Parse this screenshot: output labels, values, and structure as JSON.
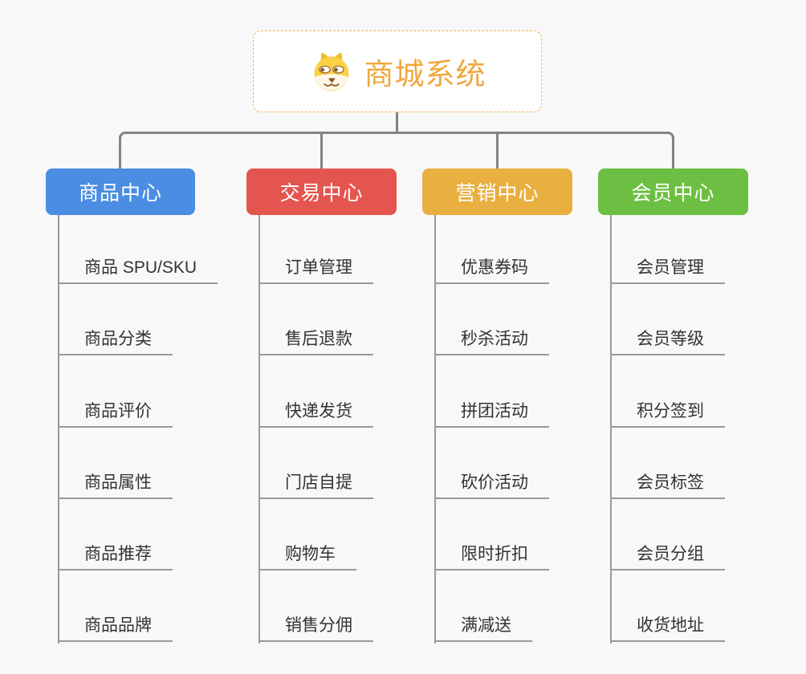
{
  "root": {
    "title": "商城系统",
    "icon": "dog-face-icon",
    "title_color": "#f0a73e",
    "border_color": "#f0b257",
    "background": "#ffffff"
  },
  "connector_color": "#838383",
  "leaf_line_color": "#999999",
  "leaf_text_color": "#333333",
  "page_background": "#f8f8f8",
  "branches": [
    {
      "label": "商品中心",
      "color": "#4a8de2",
      "children": [
        "商品 SPU/SKU",
        "商品分类",
        "商品评价",
        "商品属性",
        "商品推荐",
        "商品品牌"
      ]
    },
    {
      "label": "交易中心",
      "color": "#e5554f",
      "children": [
        "订单管理",
        "售后退款",
        "快递发货",
        "门店自提",
        "购物车",
        "销售分佣"
      ]
    },
    {
      "label": "营销中心",
      "color": "#eaaf41",
      "children": [
        "优惠券码",
        "秒杀活动",
        "拼团活动",
        "砍价活动",
        "限时折扣",
        "满减送"
      ]
    },
    {
      "label": "会员中心",
      "color": "#6cbf42",
      "children": [
        "会员管理",
        "会员等级",
        "积分签到",
        "会员标签",
        "会员分组",
        "收货地址"
      ]
    }
  ]
}
